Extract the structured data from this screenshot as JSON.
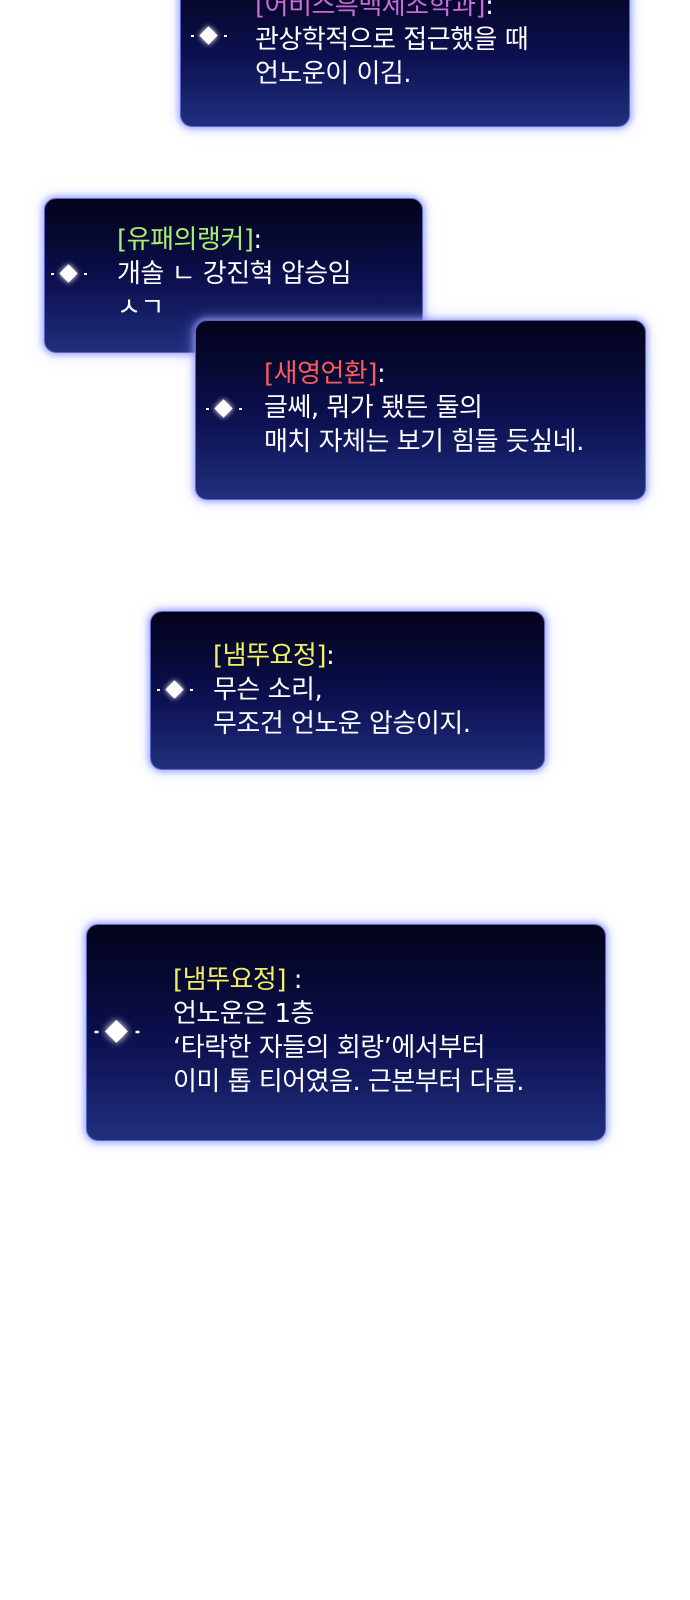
{
  "bubbles": [
    {
      "name": "[어비스흑백제조학과]",
      "name_color": "#c86ad8",
      "sep": ":",
      "lines": [
        "관상학적으로 접근했을 때",
        "언노운이 이김."
      ]
    },
    {
      "name": "[유패의랭커]",
      "name_color": "#a8ee70",
      "sep": ":",
      "lines": [
        "개솔 ㄴ 강진혁 압승임",
        "ㅅㄱ"
      ]
    },
    {
      "name": "[새영언환]",
      "name_color": "#ff5a5a",
      "sep": ":",
      "lines": [
        "글쎄, 뭐가 됐든 둘의",
        "매치 자체는 보기 힘들 듯싶네."
      ]
    },
    {
      "name": "[냄뚜요정]",
      "name_color": "#f2f060",
      "sep": ":",
      "lines": [
        "무슨 소리,",
        "무조건 언노운 압승이지."
      ]
    },
    {
      "name": "[냄뚜요정]",
      "name_color": "#f2f060",
      "sep": " :",
      "lines": [
        "언노운은 1층",
        "‘타락한 자들의 회랑’에서부터",
        "이미 톱 티어였음. 근본부터 다름."
      ]
    }
  ]
}
